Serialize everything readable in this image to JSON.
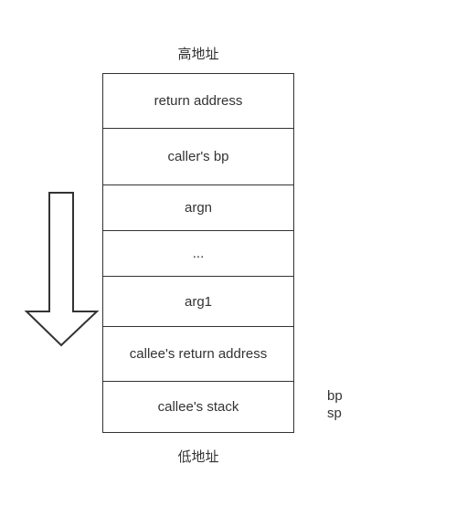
{
  "diagram": {
    "top_label": "高地址",
    "bottom_label": "低地址",
    "cells": [
      {
        "label": "return address"
      },
      {
        "label": "caller's bp"
      },
      {
        "label": "argn"
      },
      {
        "label": "..."
      },
      {
        "label": "arg1"
      },
      {
        "label": "callee's return address"
      },
      {
        "label": "callee's stack"
      }
    ],
    "side_labels": [
      "bp",
      "sp"
    ],
    "colors": {
      "stroke": "#333333",
      "text": "#333333",
      "background": "#ffffff"
    },
    "arrow_icon": "down-arrow-icon"
  }
}
